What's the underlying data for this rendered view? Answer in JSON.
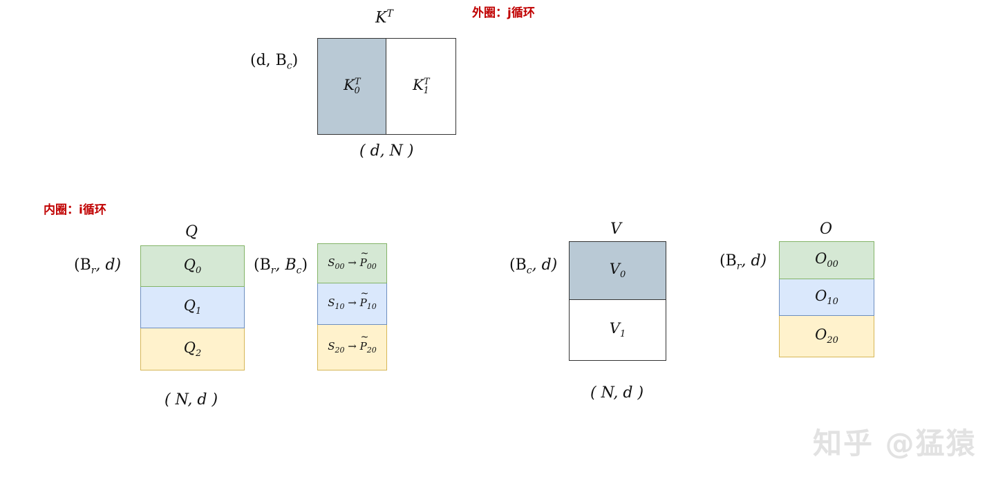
{
  "outer_loop_label": "外圈：j循环",
  "inner_loop_label": "内圈：i循环",
  "kt": {
    "title": "K",
    "title_sup": "T",
    "block_dim": "(d, B",
    "block_dim_sub": "c",
    "full_dim": "( d, N )",
    "blocks": [
      {
        "name": "K",
        "sup": "T",
        "sub": "0",
        "color": "#b9c9d5"
      },
      {
        "name": "K",
        "sup": "T",
        "sub": "1",
        "color": "#ffffff"
      }
    ]
  },
  "q": {
    "title": "Q",
    "block_dim": "(B",
    "block_dim_sub": "r",
    "block_dim_tail": ", d)",
    "full_dim": "( N, d )",
    "blocks": [
      {
        "name": "Q",
        "sub": "0",
        "color": "#d5e8d4"
      },
      {
        "name": "Q",
        "sub": "1",
        "color": "#dae8fc"
      },
      {
        "name": "Q",
        "sub": "2",
        "color": "#fff2cc"
      }
    ]
  },
  "s": {
    "block_dim": "(B",
    "block_dim_sub1": "r",
    "block_dim_mid": ", B",
    "block_dim_sub2": "c",
    "blocks": [
      {
        "s_name": "S",
        "s_sub": "00",
        "arrow": "→",
        "p_name": "P",
        "p_sub": "00",
        "color": "#d5e8d4"
      },
      {
        "s_name": "S",
        "s_sub": "10",
        "arrow": "→",
        "p_name": "P",
        "p_sub": "10",
        "color": "#dae8fc"
      },
      {
        "s_name": "S",
        "s_sub": "20",
        "arrow": "→",
        "p_name": "P",
        "p_sub": "20",
        "color": "#fff2cc"
      }
    ]
  },
  "v": {
    "title": "V",
    "block_dim": "(B",
    "block_dim_sub": "c",
    "block_dim_tail": ", d)",
    "full_dim": "( N, d )",
    "blocks": [
      {
        "name": "V",
        "sub": "0",
        "color": "#b9c9d5"
      },
      {
        "name": "V",
        "sub": "1",
        "color": "#ffffff"
      }
    ]
  },
  "o": {
    "title": "O",
    "block_dim": "(B",
    "block_dim_sub": "r",
    "block_dim_tail": ", d)",
    "blocks": [
      {
        "name": "O",
        "sub": "00",
        "color": "#d5e8d4"
      },
      {
        "name": "O",
        "sub": "10",
        "color": "#dae8fc"
      },
      {
        "name": "O",
        "sub": "20",
        "color": "#fff2cc"
      }
    ]
  },
  "watermark": "知乎 @猛猿"
}
